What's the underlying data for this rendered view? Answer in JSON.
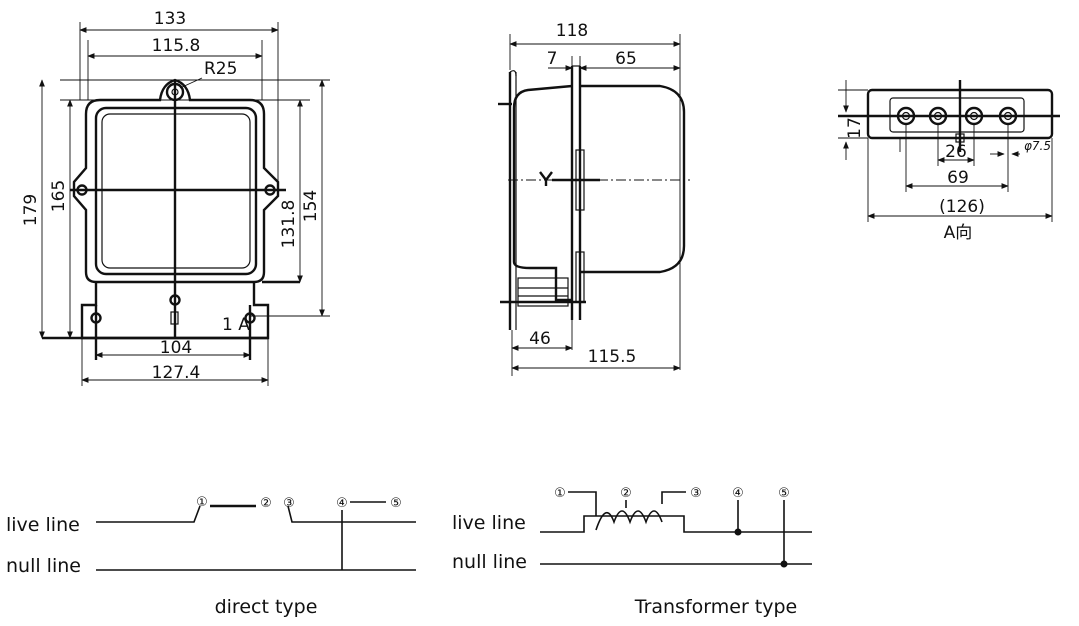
{
  "front_view": {
    "dim_overall_width": "133",
    "dim_inner_width": "115.8",
    "dim_radius": "R25",
    "dim_overall_height": "179",
    "dim_height_165": "165",
    "dim_height_131_8": "131.8",
    "dim_height_154": "154",
    "dim_mount_104": "104",
    "dim_base_127_4": "127.4",
    "view_marker": "1 A"
  },
  "side_view": {
    "dim_depth_118": "118",
    "dim_7": "7",
    "dim_65": "65",
    "dim_46": "46",
    "dim_115_5": "115.5"
  },
  "terminal_view": {
    "dim_17": "17",
    "dim_26": "26",
    "dim_69": "69",
    "dim_126": "(126)",
    "dim_hole": "φ7.5",
    "caption": "A向"
  },
  "direct_type": {
    "caption": "direct type",
    "live_line_label": "live line",
    "null_line_label": "null line",
    "terminals": [
      "①",
      "②",
      "③",
      "④",
      "⑤"
    ]
  },
  "transformer_type": {
    "caption": "Transformer type",
    "live_line_label": "live line",
    "null_line_label": "null line",
    "terminals": [
      "①",
      "②",
      "③",
      "④",
      "⑤"
    ]
  }
}
